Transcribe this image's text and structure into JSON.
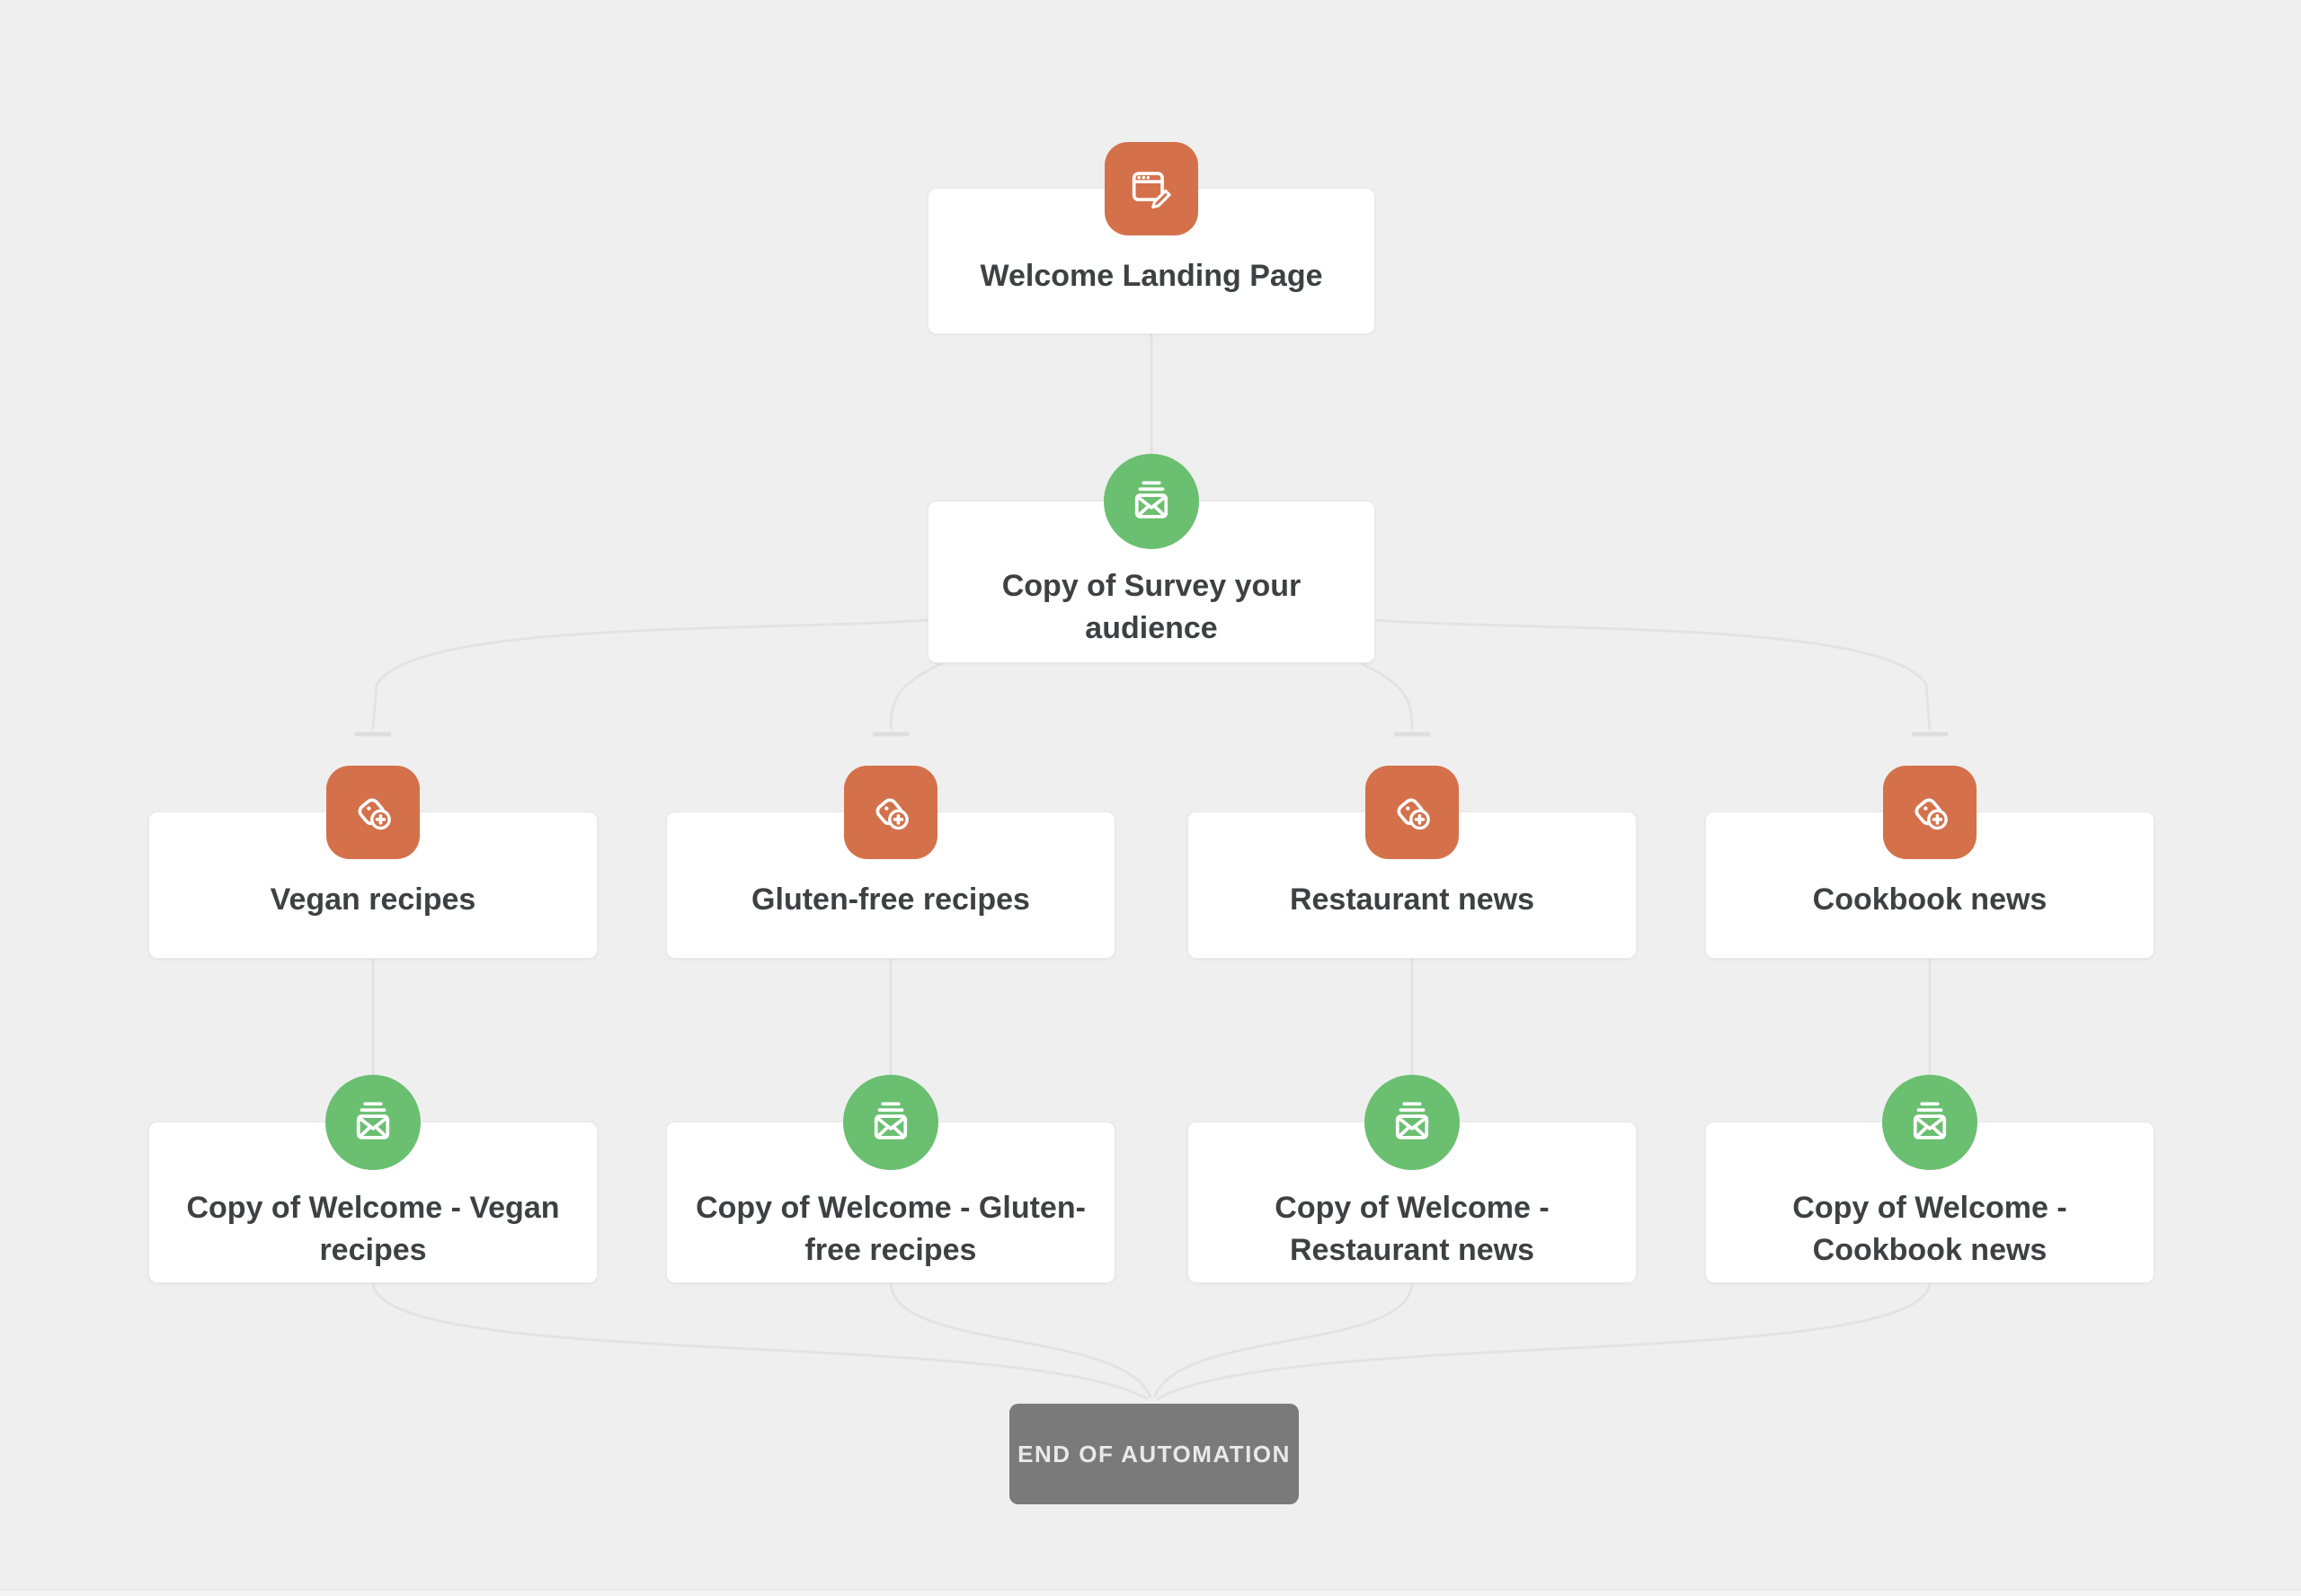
{
  "colors": {
    "canvas_bg": "#efefef",
    "card_bg": "#ffffff",
    "connector": "#e3e3e3",
    "accent_orange": "#d4714b",
    "accent_green": "#6abf70",
    "label_text": "#3e4144",
    "end_chip_bg": "#7a7a7a",
    "end_chip_text": "#e9e9e9"
  },
  "nodes": {
    "landing": {
      "label": "Welcome Landing Page",
      "icon": "browser-edit-icon"
    },
    "survey": {
      "label": "Copy of Survey your audience",
      "icon": "envelope-icon"
    },
    "branches": [
      {
        "label": "Vegan recipes",
        "icon": "add-tag-icon"
      },
      {
        "label": "Gluten-free recipes",
        "icon": "add-tag-icon"
      },
      {
        "label": "Restaurant news",
        "icon": "add-tag-icon"
      },
      {
        "label": "Cookbook news",
        "icon": "add-tag-icon"
      }
    ],
    "emails": [
      {
        "label": "Copy of Welcome - Vegan recipes",
        "icon": "envelope-icon"
      },
      {
        "label": "Copy of Welcome - Gluten-free recipes",
        "icon": "envelope-icon"
      },
      {
        "label": "Copy of Welcome - Restaurant news",
        "icon": "envelope-icon"
      },
      {
        "label": "Copy of Welcome - Cookbook news",
        "icon": "envelope-icon"
      }
    ],
    "end": {
      "label": "END OF AUTOMATION"
    }
  }
}
